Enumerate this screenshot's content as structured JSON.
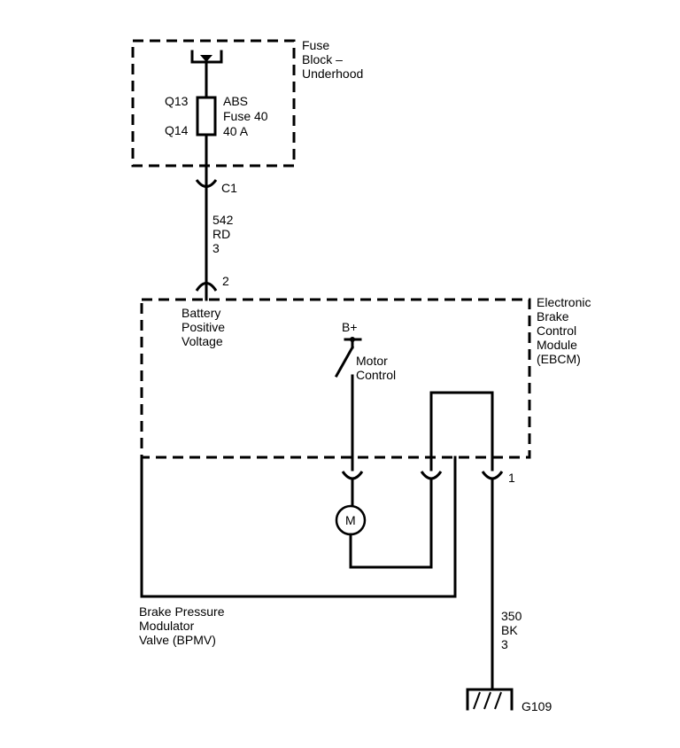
{
  "fuse_block": {
    "label_lines": [
      "Fuse",
      "Block –",
      "Underhood"
    ],
    "terminal_in": "Q13",
    "terminal_out": "Q14",
    "fuse_lines": [
      "ABS",
      "Fuse 40",
      "40 A"
    ]
  },
  "connector_c1": {
    "label": "C1"
  },
  "wire_542": {
    "lines": [
      "542",
      "RD",
      "3"
    ]
  },
  "connector_pin2": {
    "label": "2"
  },
  "ebcm": {
    "label_lines": [
      "Electronic",
      "Brake",
      "Control",
      "Module",
      "(EBCM)"
    ],
    "battery_label_lines": [
      "Battery",
      "Positive",
      "Voltage"
    ],
    "bplus_label": "B+",
    "motor_control_lines": [
      "Motor",
      "Control"
    ]
  },
  "motor": {
    "symbol": "M"
  },
  "connector_pin1": {
    "label": "1"
  },
  "bpmv": {
    "label_lines": [
      "Brake Pressure",
      "Modulator",
      "Valve (BPMV)"
    ]
  },
  "wire_350": {
    "lines": [
      "350",
      "BK",
      "3"
    ]
  },
  "ground": {
    "label": "G109"
  }
}
